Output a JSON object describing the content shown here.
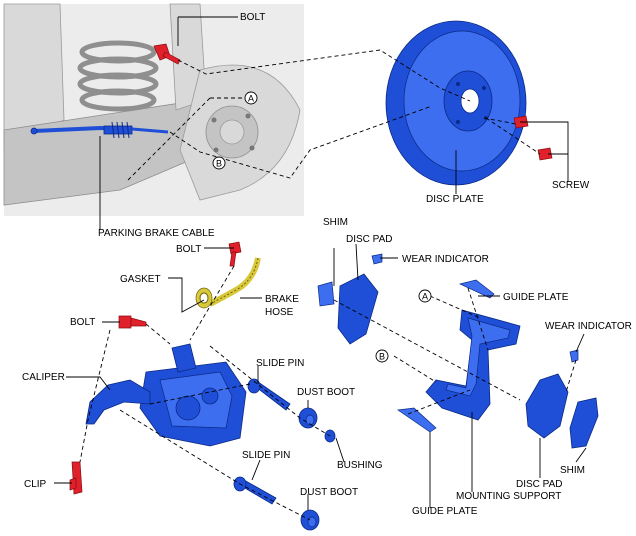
{
  "labels": {
    "bolt_top": "BOLT",
    "ref_a": "A",
    "ref_b": "B",
    "parking_brake_cable": "PARKING BRAKE CABLE",
    "disc_plate": "DISC PLATE",
    "screw": "SCREW",
    "shim_left": "SHIM",
    "disc_pad_left": "DISC PAD",
    "wear_indicator_left": "WEAR INDICATOR",
    "bolt_hose": "BOLT",
    "gasket": "GASKET",
    "brake_hose": "BRAKE\nHOSE",
    "bolt_left": "BOLT",
    "caliper": "CALIPER",
    "slide_pin_upper": "SLIDE PIN",
    "dust_boot_upper": "DUST BOOT",
    "bushing": "BUSHING",
    "slide_pin_lower": "SLIDE PIN",
    "dust_boot_lower": "DUST BOOT",
    "clip": "CLIP",
    "ref_a2": "A",
    "ref_b2": "B",
    "guide_plate_upper": "GUIDE PLATE",
    "wear_indicator_right": "WEAR INDICATOR",
    "disc_pad_right": "DISC PAD",
    "shim_right": "SHIM",
    "mounting_support": "MOUNTING SUPPORT",
    "guide_plate_lower": "GUIDE PLATE"
  },
  "colors": {
    "part_blue": "#1f4fd6",
    "fastener_red": "#e0202a",
    "hose_yellow": "#d8c83a",
    "background_gray": "#d9d9d9"
  }
}
